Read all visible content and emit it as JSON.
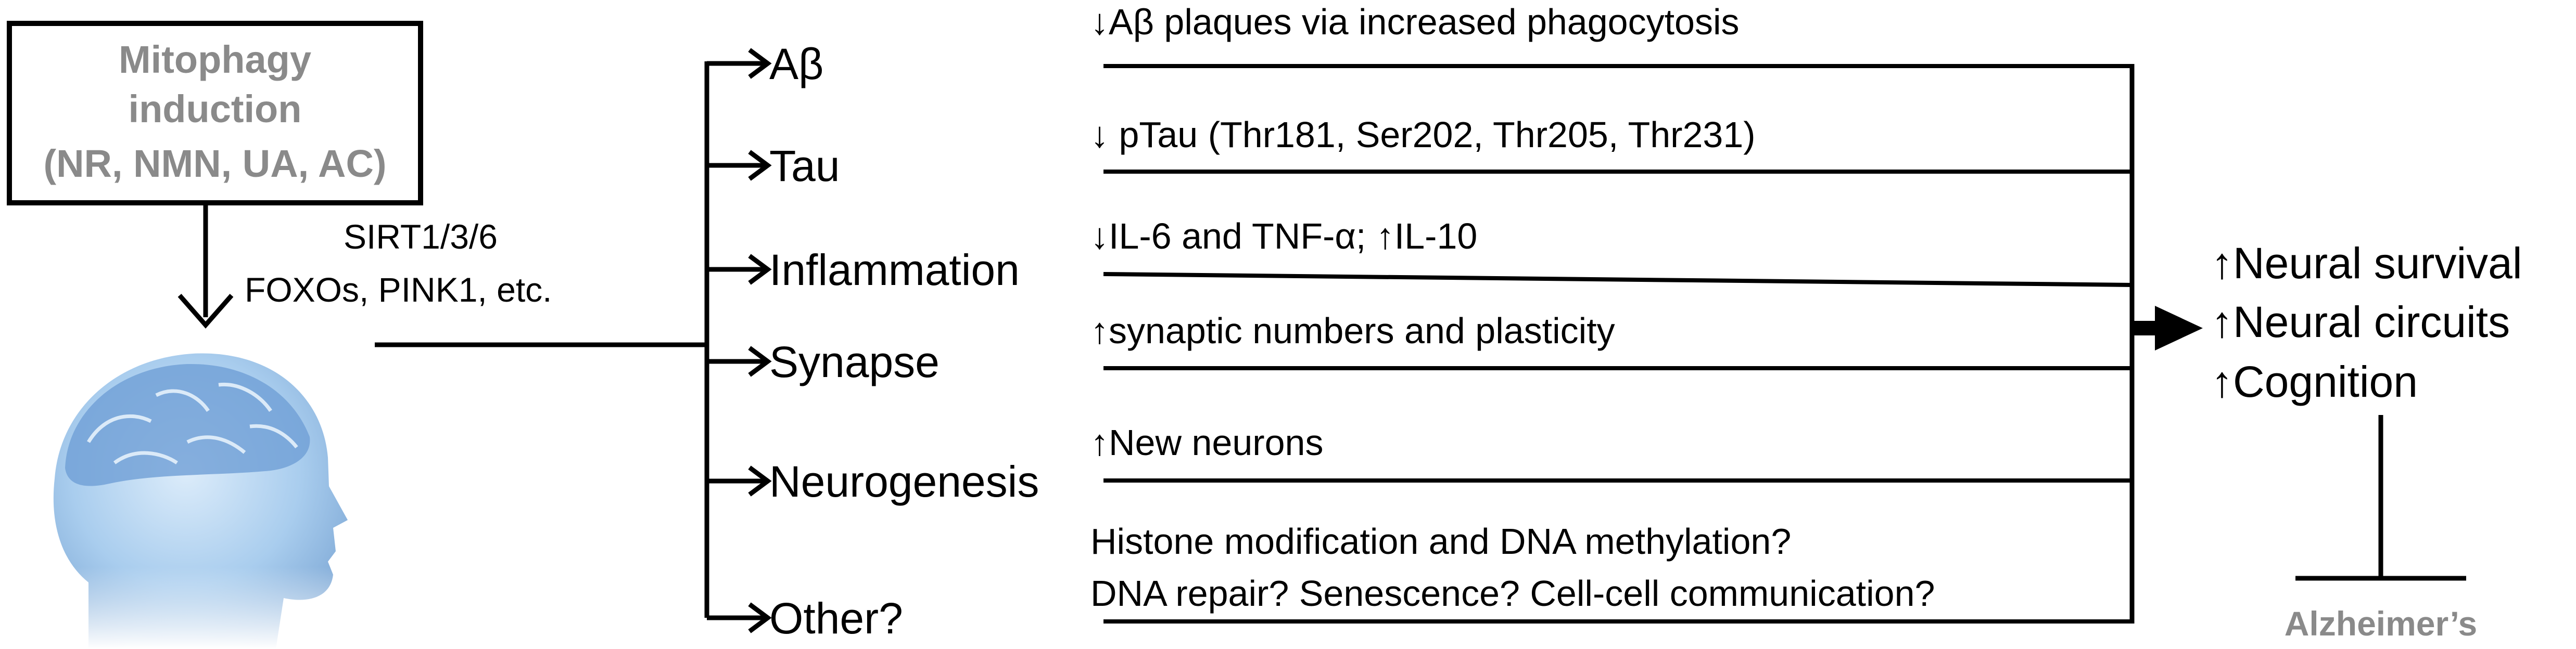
{
  "induction_box": {
    "line1": "Mitophagy",
    "line2": "induction",
    "line3": "(NR, NMN, UA, AC)"
  },
  "signaling": {
    "line1": "SIRT1/3/6",
    "line2": "FOXOs, PINK1, etc."
  },
  "targets": [
    {
      "label": "Aβ",
      "effect": [
        "↓Aβ plaques via increased phagocytosis"
      ]
    },
    {
      "label": "Tau",
      "effect": [
        "↓ pTau (Thr181, Ser202, Thr205, Thr231)"
      ]
    },
    {
      "label": "Inflammation",
      "effect": [
        "↓IL-6 and TNF-α; ↑IL-10"
      ]
    },
    {
      "label": "Synapse",
      "effect": [
        "↑synaptic numbers and plasticity"
      ]
    },
    {
      "label": "Neurogenesis",
      "effect": [
        "↑New neurons"
      ]
    },
    {
      "label": "Other?",
      "effect": [
        "Histone modification and DNA  methylation?",
        "DNA repair? Senescence? Cell-cell communication?"
      ]
    }
  ],
  "outcomes": [
    "↑Neural survival",
    "↑Neural circuits",
    "↑Cognition"
  ],
  "inhibited": "Alzheimer’s",
  "icons": {
    "head": "human-head-brain-icon"
  },
  "colors": {
    "box_text": "#8a8a8a",
    "lines": "#000000",
    "head": "#9fc3e6"
  }
}
